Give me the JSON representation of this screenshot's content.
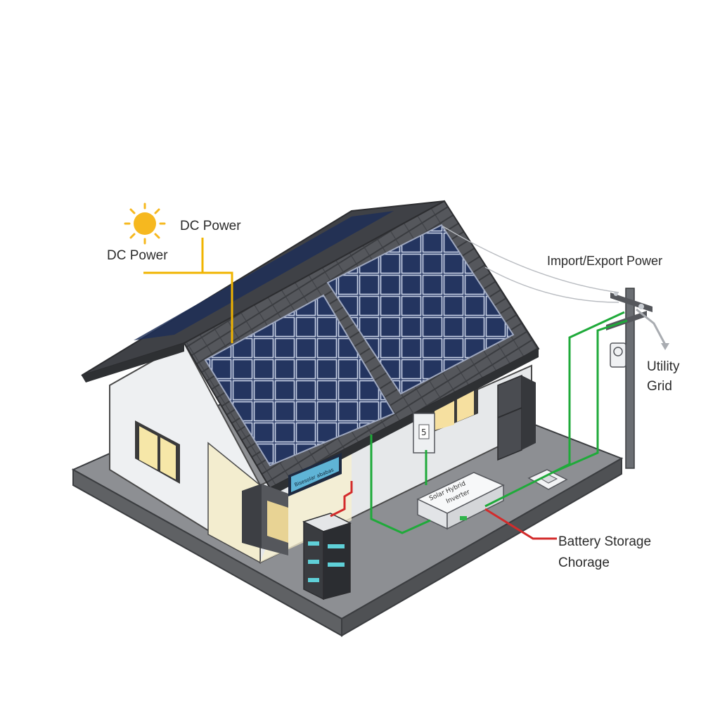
{
  "labels": {
    "dc_power_top": "DC Power",
    "dc_power_left": "DC Power",
    "import_export": "Import/Export Power",
    "utility_grid_line1": "Utility",
    "utility_grid_line2": "Grid",
    "battery_line1": "Battery Storage",
    "battery_line2": "Chorage"
  },
  "device_text": {
    "inverter_line1": "Solar Hybrid",
    "inverter_line2": "Inverter",
    "tv_screen": "Bisesolar ababas",
    "meter_digit": "5"
  },
  "icons": [
    "sun-icon",
    "utility-pole-icon",
    "electric-meter-icon",
    "battery-icon",
    "inverter-icon",
    "refrigerator-icon",
    "tv-icon",
    "breaker-panel-icon",
    "smart-meter-icon"
  ],
  "colors": {
    "dc_wire": "#f0b400",
    "grid_wire": "#1faa3a",
    "battery_wire": "#d32b2b",
    "solar_panel": "#1f2f57",
    "roof": "#4d4f54",
    "platform": "#8a8c90",
    "sun": "#f6b81f"
  }
}
